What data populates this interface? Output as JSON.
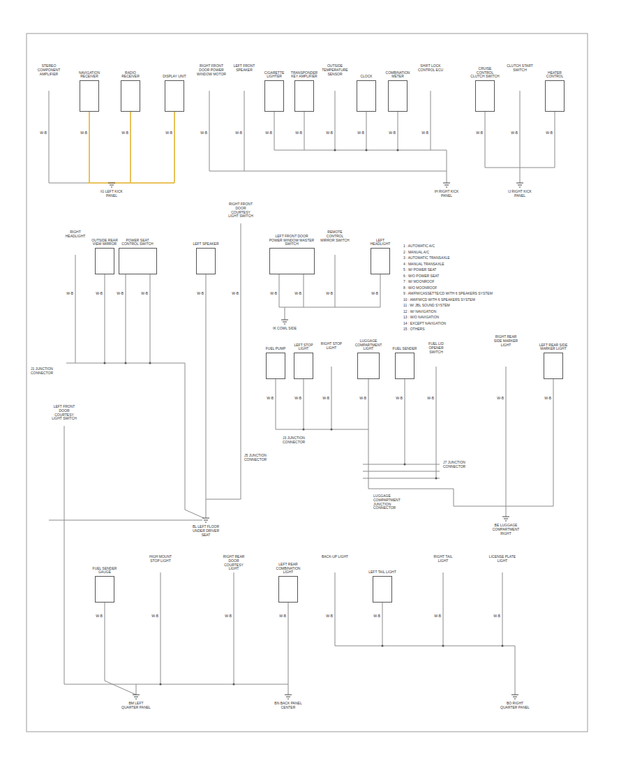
{
  "diagram": {
    "nodes": [
      {
        "text": [
          "NAVIGATION RECEIVER"
        ]
      },
      {
        "text": [
          "RADIO RECEIVER"
        ]
      },
      {
        "text": [
          "DISPLAY UNIT"
        ]
      },
      {
        "text": [
          "CIGARETTE LIGHTER"
        ]
      },
      {
        "text": [
          "TRANSPONDER KEY AMPLIFIER"
        ]
      },
      {
        "text": [
          "CLOCK"
        ]
      },
      {
        "text": [
          "COMBINATION METER"
        ]
      },
      {
        "text": [
          "CRUISE CONTROL CLUTCH SWITCH"
        ]
      },
      {
        "text": [
          "HEATER CONTROL"
        ]
      },
      {
        "text": [
          "OUTSIDE REAR VIEW MIRROR"
        ]
      },
      {
        "text": [
          "POWER SEAT CONTROL SWITCH"
        ]
      },
      {
        "text": [
          "LEFT SPEAKER"
        ]
      },
      {
        "text": [
          "LEFT FRONT DOOR POWER WINDOW MASTER SWITCH"
        ]
      },
      {
        "text": [
          "LEFT HEADLIGHT"
        ]
      },
      {
        "text": [
          "FUEL PUMP"
        ]
      },
      {
        "text": [
          "LEFT STOP LIGHT"
        ]
      },
      {
        "text": [
          "LUGGAGE COMPARTMENT LIGHT"
        ]
      },
      {
        "text": [
          "FUEL SENDER"
        ]
      },
      {
        "text": [
          "LEFT REAR SIDE MARKER LIGHT"
        ]
      },
      {
        "text": [
          "FUEL SENDER GAUGE"
        ]
      },
      {
        "text": [
          "LEFT REAR COMBINATION LIGHT"
        ]
      },
      {
        "text": [
          "LEFT TAIL LIGHT"
        ]
      }
    ],
    "labels": [
      "STEREO COMPONENT AMPLIFIER",
      "RIGHT FRONT DOOR POWER WINDOW MOTOR",
      "LEFT FRONT SPEAKER",
      "OUTSIDE TEMPERATURE SENSOR",
      "SHIFT LOCK CONTROL ECU",
      "CLUTCH START SWITCH",
      "RIGHT HEADLIGHT",
      "RIGHT FRONT DOOR COURTESY LIGHT SWITCH",
      "REMOTE CONTROL MIRROR SWITCH",
      "LEFT FRONT DOOR COURTESY LIGHT SWITCH",
      "RIGHT STOP LIGHT",
      "FUEL LID OPENER SWITCH",
      "RIGHT REAR SIDE MARKER LIGHT",
      "HIGH MOUNT STOP LIGHT",
      "RIGHT REAR DOOR COURTESY LIGHT",
      "BACK-UP LIGHT",
      "RIGHT TAIL LIGHT",
      "LICENSE PLATE LIGHT",
      "W-B",
      "W-B",
      "W-B",
      "W-B",
      "W-B",
      "W-B",
      "W-B",
      "W-B",
      "W-B",
      "W-B",
      "W-B",
      "W-B",
      "W-B",
      "W-B",
      "W-B",
      "W-B",
      "W-B",
      "W-B",
      "W-B",
      "W-B",
      "W-B",
      "W-B",
      "W-B",
      "W-B",
      "W-B",
      "W-B",
      "W-B",
      "W-B",
      "W-B",
      "W-B",
      "W-B",
      "W-B",
      "W-B",
      "W-B",
      "W-B",
      "W-B",
      "W-B",
      "W-B",
      "W-B",
      "W-B",
      "W-B",
      "IG LEFT KICK PANEL",
      "IH RIGHT KICK PANEL",
      "IJ RIGHT KICK PANEL",
      "IK COWL SIDE",
      "BL LEFT FLOOR UNDER DRIVER SEAT",
      "BE LUGGAGE COMPARTMENT RIGHT",
      "BM LEFT QUARTER PANEL",
      "BN BACK PANEL CENTER",
      "BO RIGHT QUARTER PANEL",
      "J1 JUNCTION CONNECTOR",
      "J5 JUNCTION CONNECTOR",
      "J7 JUNCTION CONNECTOR",
      "LUGGAGE COMPARTMENT JUNCTION CONNECTOR",
      "J3 JUNCTION CONNECTOR",
      "1 : AUTOMATIC A/C",
      "2 : MANUAL A/C",
      "3 : AUTOMATIC TRANSAXLE",
      "4 : MANUAL TRANSAXLE",
      "5 : W/ POWER SEAT",
      "6 : W/O POWER SEAT",
      "7 : W/ MOONROOF",
      "8 : W/O MOONROOF",
      "9 : AM/FM/CASSETTE/CD WITH 6 SPEAKERS SYSTEM",
      "10 : AM/FM/CD WITH 6 SPEAKERS SYSTEM",
      "11 : W/ JBL SOUND SYSTEM",
      "12 : W/ NAVIGATION",
      "13 : W/O NAVIGATION",
      "14 : EXCEPT NAVIGATION",
      "15 : OTHERS"
    ]
  }
}
